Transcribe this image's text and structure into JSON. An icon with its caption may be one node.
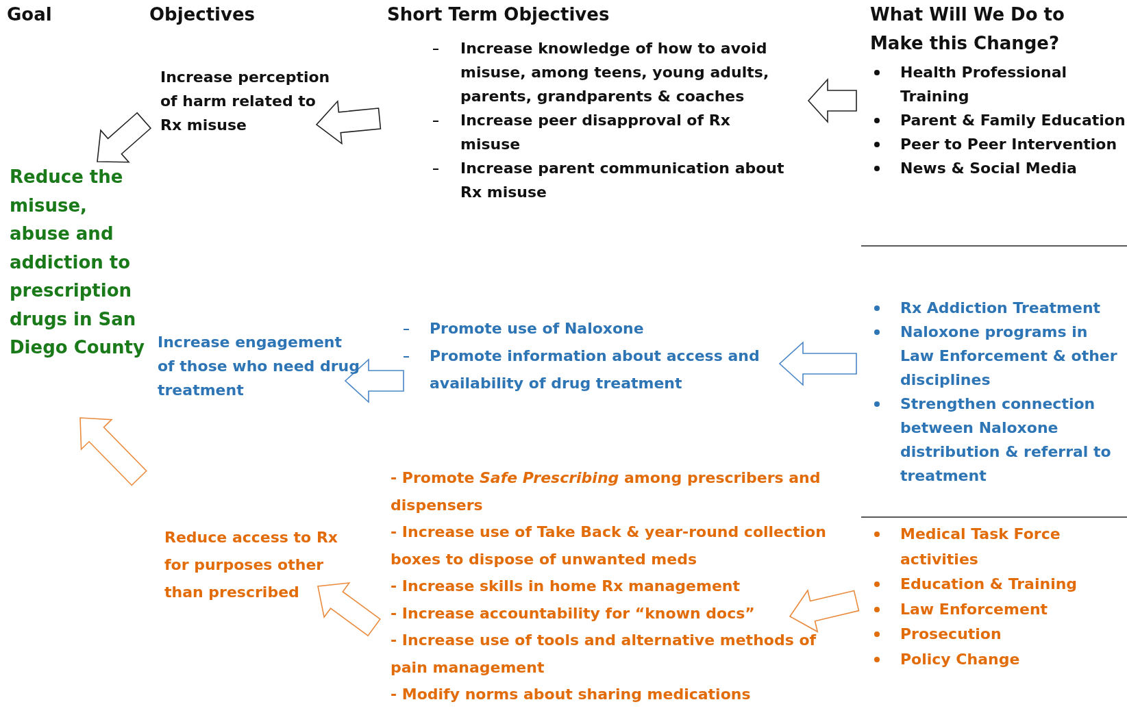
{
  "diagram": {
    "nodes": [
      {
        "text": [
          "Reduce the misuse, abuse and addiction to prescription drugs in San Diego County"
        ]
      },
      {
        "text": [
          "Increase perception of harm related to Rx misuse"
        ]
      },
      {
        "text": [
          "Increase knowledge of how to avoid misuse, among teens, young adults, parents, grandparents & coaches",
          "Increase peer disapproval of Rx misuse",
          "Increase parent communication about Rx misuse"
        ]
      },
      {
        "text": [
          "Health Professional Training",
          "Parent & Family Education",
          "Peer to Peer Intervention",
          "News & Social Media"
        ]
      },
      {
        "text": [
          "Increase engagement of those who need drug treatment"
        ]
      },
      {
        "text": [
          "Promote use of Naloxone",
          "Promote information about access and availability of drug treatment"
        ]
      },
      {
        "text": [
          "Rx Addiction Treatment",
          "Naloxone programs in Law Enforcement & other disciplines",
          "Strengthen connection between Naloxone distribution & referral to treatment"
        ]
      },
      {
        "text": [
          "Reduce access to Rx for purposes other than prescribed"
        ]
      },
      {
        "text": [
          "- Promote *Safe Prescribing* among prescribers and dispensers",
          "- Increase use of Take Back & year-round collection boxes to dispose of unwanted meds",
          "- Increase skills in home Rx management",
          "- Increase accountability for “known docs”",
          "- Increase use of tools and alternative methods of pain management",
          "- Modify norms about sharing medications"
        ]
      },
      {
        "text": [
          "Medical Task Force activities",
          "Education & Training",
          "Law Enforcement",
          "Prosecution",
          "Policy Change"
        ]
      }
    ],
    "edges": [
      {
        "from": 3,
        "to": 2,
        "arrow": "to"
      },
      {
        "from": 2,
        "to": 1,
        "arrow": "to"
      },
      {
        "from": 1,
        "to": 0,
        "arrow": "to"
      },
      {
        "from": 6,
        "to": 5,
        "arrow": "to",
        "color": "#4a86c6"
      },
      {
        "from": 5,
        "to": 4,
        "arrow": "to",
        "color": "#4a86c6"
      },
      {
        "from": 7,
        "to": 0,
        "arrow": "to",
        "color": "#ea8a3c"
      },
      {
        "from": 9,
        "to": 8,
        "arrow": "to",
        "color": "#ea8a3c"
      },
      {
        "from": 8,
        "to": 7,
        "arrow": "to",
        "color": "#ea8a3c"
      }
    ],
    "labels": [
      "Goal",
      "Objectives",
      "Short Term Objectives",
      "What Will We Do to Make this Change?"
    ]
  }
}
